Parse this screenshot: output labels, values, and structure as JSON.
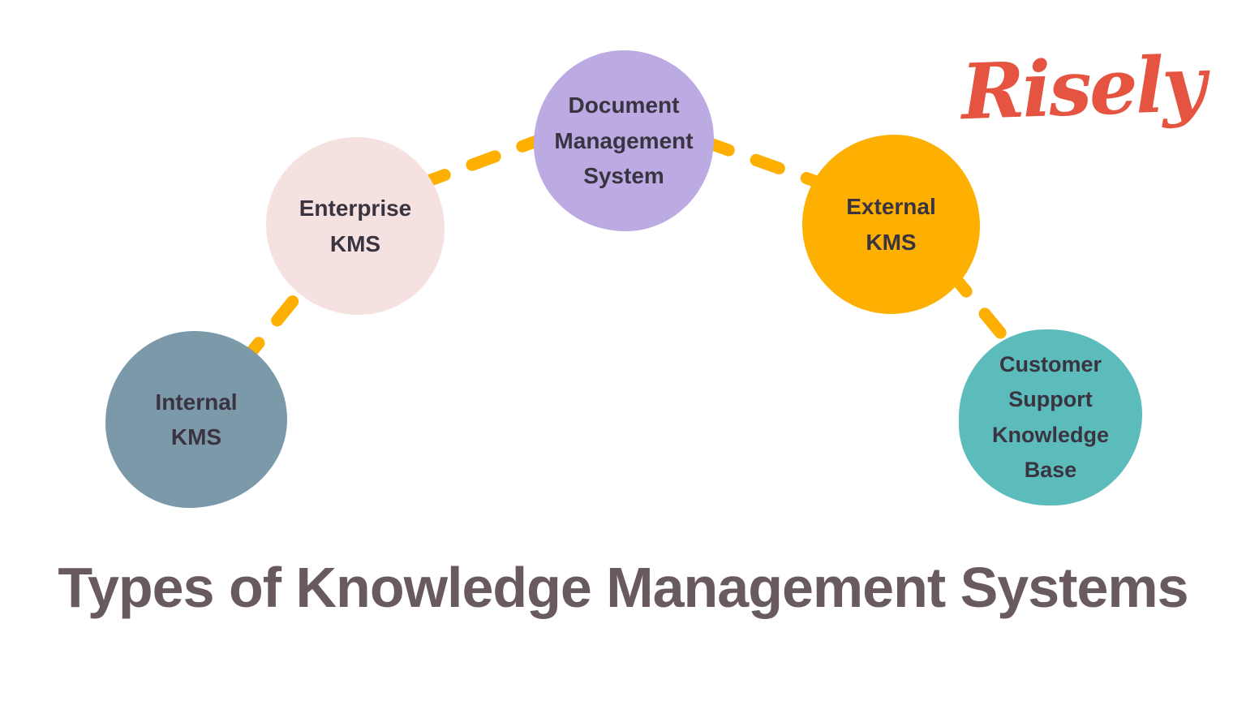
{
  "logo": {
    "text": "Risely",
    "color": "#e45440"
  },
  "title": {
    "text": "Types of Knowledge Management Systems",
    "color": "#695a5e"
  },
  "connectors": {
    "color": "#fdb001",
    "style": "dashed"
  },
  "diagram": {
    "nodes": [
      {
        "id": "internal-kms",
        "text": "Internal\nKMS",
        "fill": "#7b99a9",
        "text_color": "#3a3340"
      },
      {
        "id": "enterprise-kms",
        "text": "Enterprise\nKMS",
        "fill": "#f5e2e0",
        "text_color": "#3a3340"
      },
      {
        "id": "document-management-system",
        "text": "Document\nManagement\nSystem",
        "fill": "#bcabe3",
        "text_color": "#3a3340"
      },
      {
        "id": "external-kms",
        "text": "External\nKMS",
        "fill": "#fdb001",
        "text_color": "#3a3340"
      },
      {
        "id": "customer-support-knowledge-base",
        "text": "Customer\nSupport\nKnowledge\nBase",
        "fill": "#5bbcbb",
        "text_color": "#3a3340"
      }
    ]
  }
}
